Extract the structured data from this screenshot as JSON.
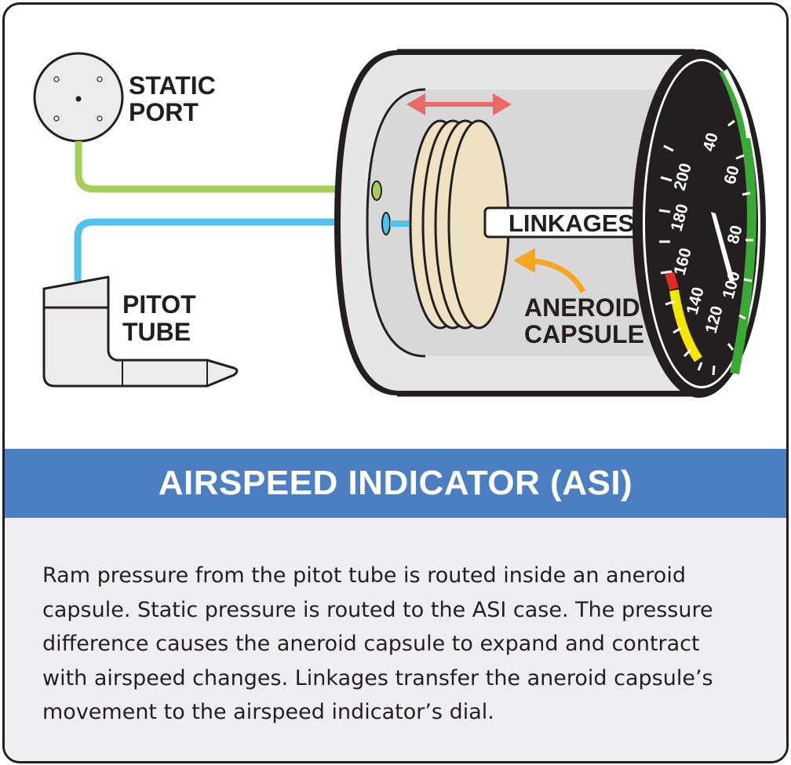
{
  "labels": {
    "static_port_line1": "STATIC",
    "static_port_line2": "PORT",
    "pitot_tube_line1": "PITOT",
    "pitot_tube_line2": "TUBE",
    "linkages": "LINKAGES",
    "aneroid_line1": "ANEROID",
    "aneroid_line2": "CAPSULE"
  },
  "dial_numbers": [
    "40",
    "60",
    "80",
    "100",
    "120",
    "140",
    "160",
    "180",
    "200"
  ],
  "title": "AIRSPEED INDICATOR (ASI)",
  "description": "Ram pressure from the pitot tube is routed inside an aneroid capsule. Static pressure is routed to the ASI case. The pressure difference causes the aneroid capsule to expand and contract with airspeed changes. Linkages transfer the aneroid capsule’s movement to the airspeed indicator’s dial.",
  "colors": {
    "static_line": "#a6cf5a",
    "pitot_line": "#4fc3ee",
    "arrow_red": "#e86a6a",
    "arrow_orange": "#f6a623",
    "banner": "#4b7fc1",
    "capsule": "#efe2c2",
    "arc_green": "#3aa935",
    "arc_yellow": "#f3e600",
    "arc_red": "#e22b26"
  }
}
